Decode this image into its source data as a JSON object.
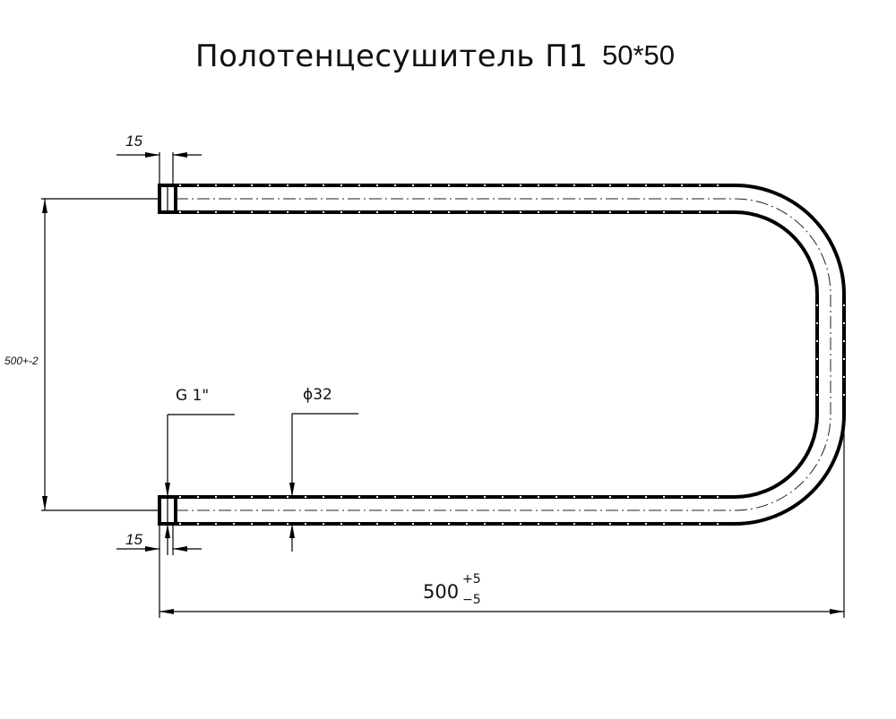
{
  "title": {
    "main": "Полотенцесушитель П1",
    "size": "50*50"
  },
  "dimensions": {
    "top_end_length": "15",
    "bottom_end_length": "15",
    "height": "500+-2",
    "width_nominal": "500",
    "width_tol_upper": "+5",
    "width_tol_lower": "−5"
  },
  "callouts": {
    "thread": "G 1\"",
    "diameter": "ϕ32"
  },
  "colors": {
    "line": "#000000",
    "background": "#ffffff"
  }
}
